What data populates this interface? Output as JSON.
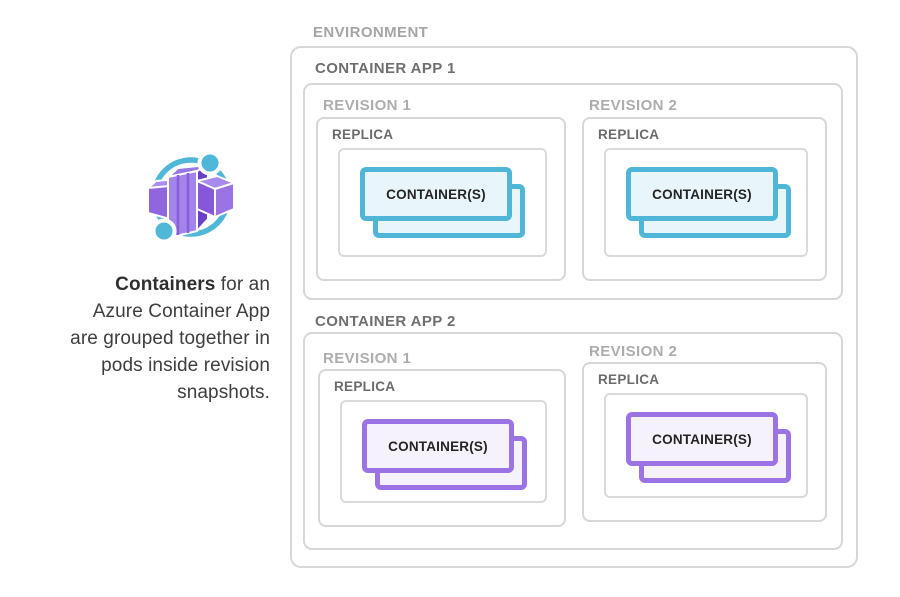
{
  "colors": {
    "cyan_accent": "#4fb6d7",
    "cyan_fill": "#e8f5fa",
    "purple_accent": "#9c73e4",
    "purple_fill": "#f6f2fc",
    "box_border": "#d7d7d7",
    "env_label_gray": "#a5a5a5",
    "app_label_gray": "#6f6f6f",
    "rev_label_gray": "#adadad",
    "caption_text": "#3e3e3e"
  },
  "icon": {
    "name": "azure-container-apps-logo",
    "ring_color": "#4fb7d8",
    "cube_color": "#8f63dd"
  },
  "caption": {
    "line1_bold": "Containers",
    "line1_rest": " for an",
    "line2": "Azure Container App",
    "line3": "are grouped together in",
    "line4": "pods inside revision",
    "line5": "snapshots."
  },
  "environment": {
    "label": "ENVIRONMENT",
    "apps": [
      {
        "label": "CONTAINER APP 1",
        "theme": "cyan",
        "revisions": [
          {
            "label": "REVISION 1",
            "replica_label": "REPLICA",
            "container_label": "CONTAINER(S)"
          },
          {
            "label": "REVISION 2",
            "replica_label": "REPLICA",
            "container_label": "CONTAINER(S)"
          }
        ]
      },
      {
        "label": "CONTAINER APP 2",
        "theme": "purple",
        "revisions": [
          {
            "label": "REVISION 1",
            "replica_label": "REPLICA",
            "container_label": "CONTAINER(S)"
          },
          {
            "label": "REVISION 2",
            "replica_label": "REPLICA",
            "container_label": "CONTAINER(S)"
          }
        ]
      }
    ]
  }
}
